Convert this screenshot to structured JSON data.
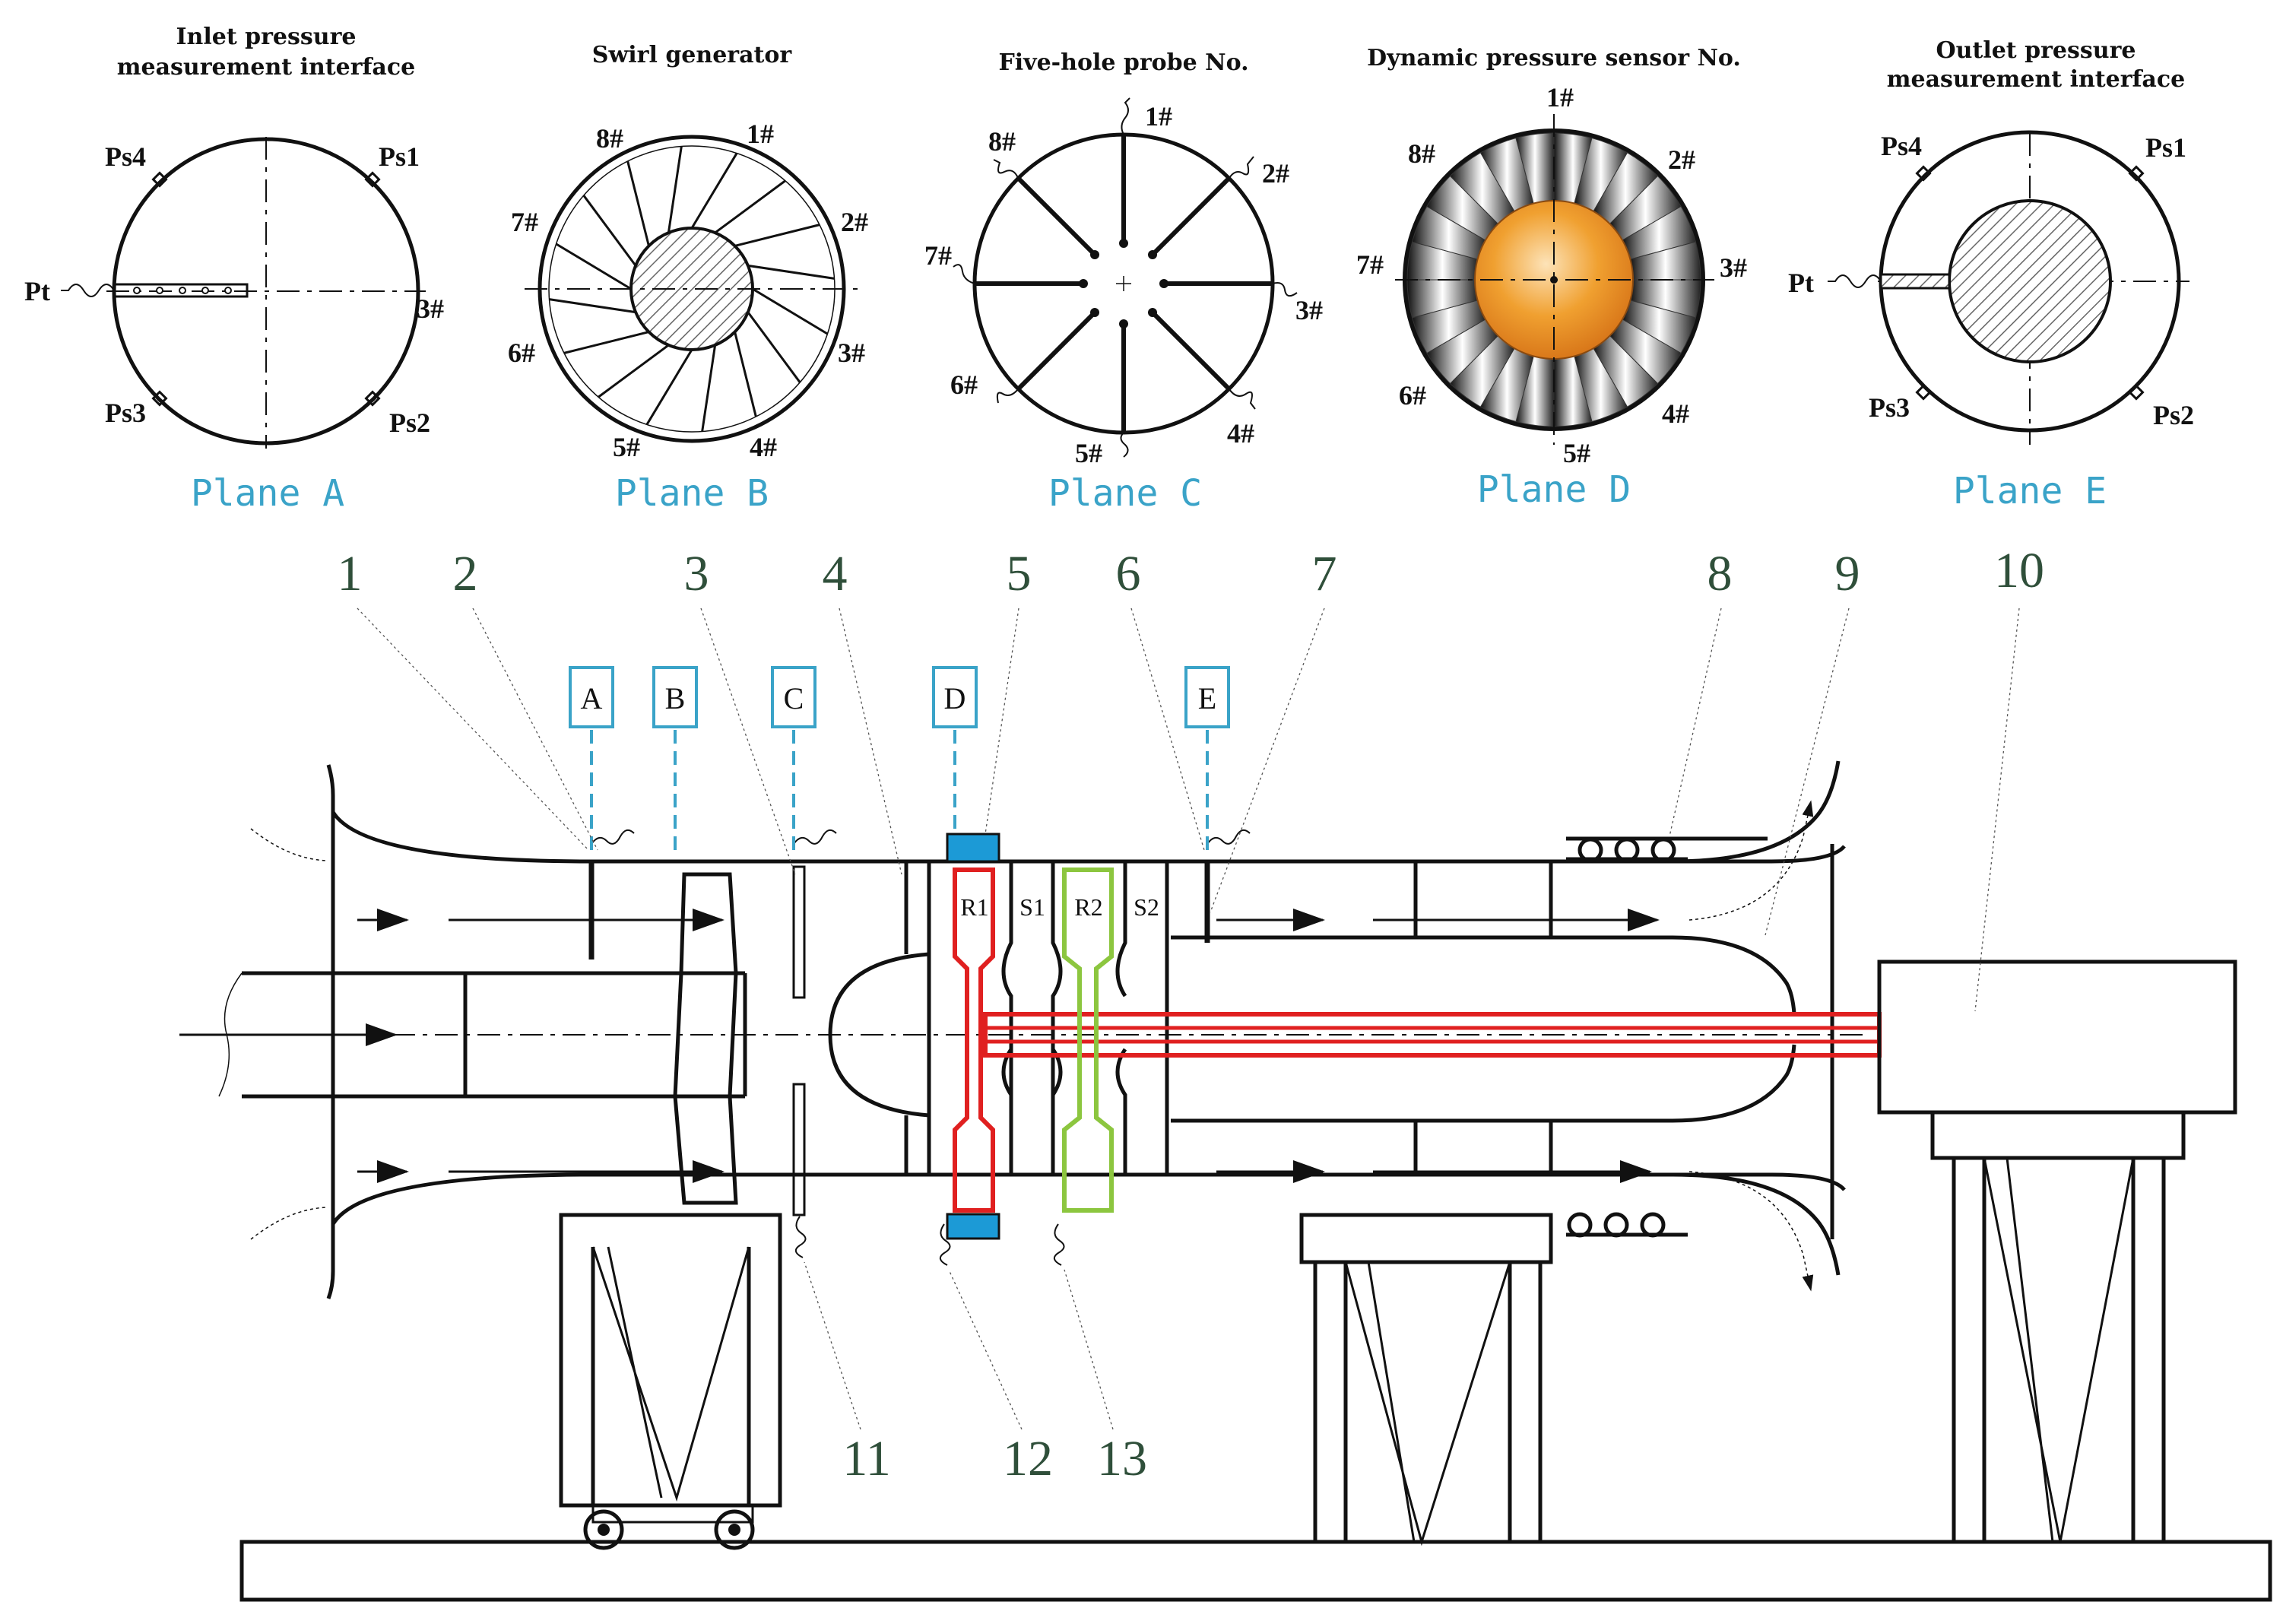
{
  "planes": [
    {
      "id": "A",
      "title_lines": [
        "Inlet pressure",
        "measurement interface"
      ],
      "label": "Plane A",
      "marks": [
        "Ps4",
        "Ps1",
        "Pt",
        "3#",
        "Ps3",
        "Ps2"
      ]
    },
    {
      "id": "B",
      "title_lines": [
        "Swirl generator"
      ],
      "label": "Plane B",
      "marks": [
        "1#",
        "2#",
        "3#",
        "4#",
        "5#",
        "6#",
        "7#",
        "8#"
      ]
    },
    {
      "id": "C",
      "title_lines": [
        "Five-hole probe No."
      ],
      "label": "Plane C",
      "marks": [
        "1#",
        "2#",
        "3#",
        "4#",
        "5#",
        "6#",
        "7#",
        "8#"
      ]
    },
    {
      "id": "D",
      "title_lines": [
        "Dynamic pressure sensor No."
      ],
      "label": "Plane D",
      "marks": [
        "1#",
        "2#",
        "3#",
        "4#",
        "5#",
        "6#",
        "7#",
        "8#"
      ]
    },
    {
      "id": "E",
      "title_lines": [
        "Outlet pressure",
        "measurement interface"
      ],
      "label": "Plane E",
      "marks": [
        "Ps4",
        "Ps1",
        "Pt",
        "Ps3",
        "Ps2"
      ]
    }
  ],
  "section_markers": [
    "A",
    "B",
    "C",
    "D",
    "E"
  ],
  "stages": [
    "R1",
    "S1",
    "R2",
    "S2"
  ],
  "callouts_top": [
    "1",
    "2",
    "3",
    "4",
    "5",
    "6",
    "7",
    "8",
    "9",
    "10"
  ],
  "callouts_bottom": [
    "11",
    "12",
    "13"
  ],
  "colors": {
    "plane_label": "#3aa3c8",
    "rotor1": "#e02020",
    "rotor2": "#8cc63f",
    "casing_band": "#1c9ad6",
    "callout": "#2f4f3a",
    "hub_center": "#f0a030"
  }
}
